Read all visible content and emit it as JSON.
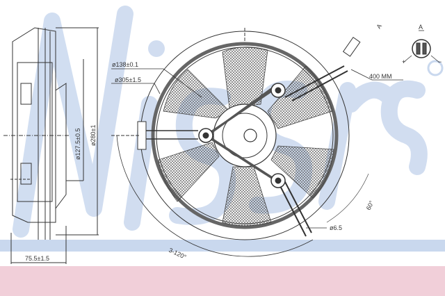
{
  "brand": {
    "watermark": "Nissens",
    "registered_mark": "®",
    "watermark_color": "#c9d8ee",
    "band_blue": "#c9d8ee",
    "band_pink": "#f1cfd9"
  },
  "drawing": {
    "dim_hub_diameter": "ø138±0.1",
    "dim_ring_diameter": "ø305±1.5",
    "dim_cable_length": "400 MM",
    "view_marker": "A",
    "detail_title": "A",
    "plus_terminal": "+",
    "minus_terminal": "−",
    "dim_motor_diameter": "ø127.5±0.5",
    "dim_shroud_diameter": "ø280±1",
    "dim_depth": "75.5±1.5",
    "dim_mount_angle": "3-120°",
    "dim_angle": "60°",
    "dim_hole": "ø6.5"
  }
}
